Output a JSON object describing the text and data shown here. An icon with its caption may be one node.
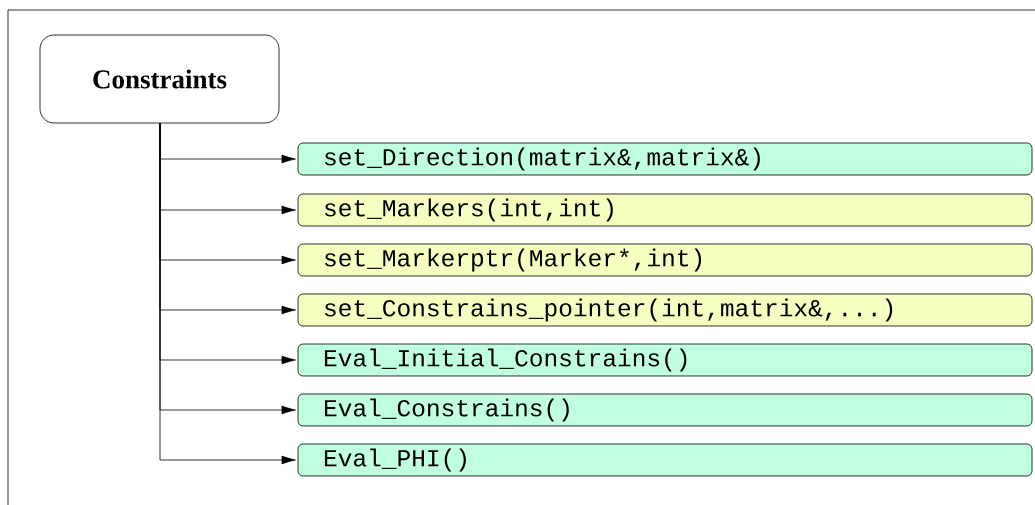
{
  "diagram": {
    "nodes": [
      {
        "text": [
          "Constraints"
        ]
      },
      {
        "text": [
          "set_Direction(matrix&,matrix&)"
        ]
      },
      {
        "text": [
          "set_Markers(int,int)"
        ]
      },
      {
        "text": [
          "set_Markerptr(Marker*,int)"
        ]
      },
      {
        "text": [
          "set_Constrains_pointer(int,matrix&,...)"
        ]
      },
      {
        "text": [
          "Eval_Initial_Constrains()"
        ]
      },
      {
        "text": [
          "Eval_Constrains()"
        ]
      },
      {
        "text": [
          "Eval_PHI()"
        ]
      }
    ],
    "edges": [
      {
        "from": 0,
        "to": 1,
        "arrow": "to"
      },
      {
        "from": 0,
        "to": 2,
        "arrow": "to"
      },
      {
        "from": 0,
        "to": 3,
        "arrow": "to"
      },
      {
        "from": 0,
        "to": 4,
        "arrow": "to"
      },
      {
        "from": 0,
        "to": 5,
        "arrow": "to"
      },
      {
        "from": 0,
        "to": 6,
        "arrow": "to"
      },
      {
        "from": 0,
        "to": 7,
        "arrow": "to"
      }
    ]
  }
}
